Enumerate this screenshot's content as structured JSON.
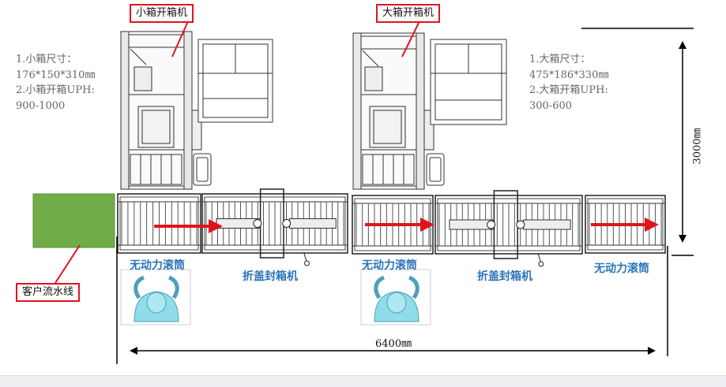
{
  "callouts": {
    "small_opener": "小箱开箱机",
    "large_opener": "大箱开箱机",
    "customer_line": "客户流水线"
  },
  "specs_small": {
    "line1": "1.小箱尺寸：",
    "line2": "176*150*310㎜",
    "line3": "2.小箱开箱UPH:",
    "line4": "900-1000"
  },
  "specs_large": {
    "line1": "1.大箱尺寸：",
    "line2": "475*186*330㎜",
    "line3": "2.大箱开箱UPH:",
    "line4": "300-600"
  },
  "labels": {
    "roller_1": "无动力滚筒",
    "sealer_1": "折盖封箱机",
    "roller_2": "无动力滚筒",
    "sealer_2": "折盖封箱机",
    "roller_3": "无动力滚筒"
  },
  "dimensions": {
    "length": "6400㎜",
    "height": "3000㎜"
  },
  "colors": {
    "callout_border": "#e0141e",
    "flow_arrow": "#e0141e",
    "label_blue": "#2a73b8",
    "customer_line_fill": "#70ad47",
    "operator_fill": "#8fdcea"
  }
}
